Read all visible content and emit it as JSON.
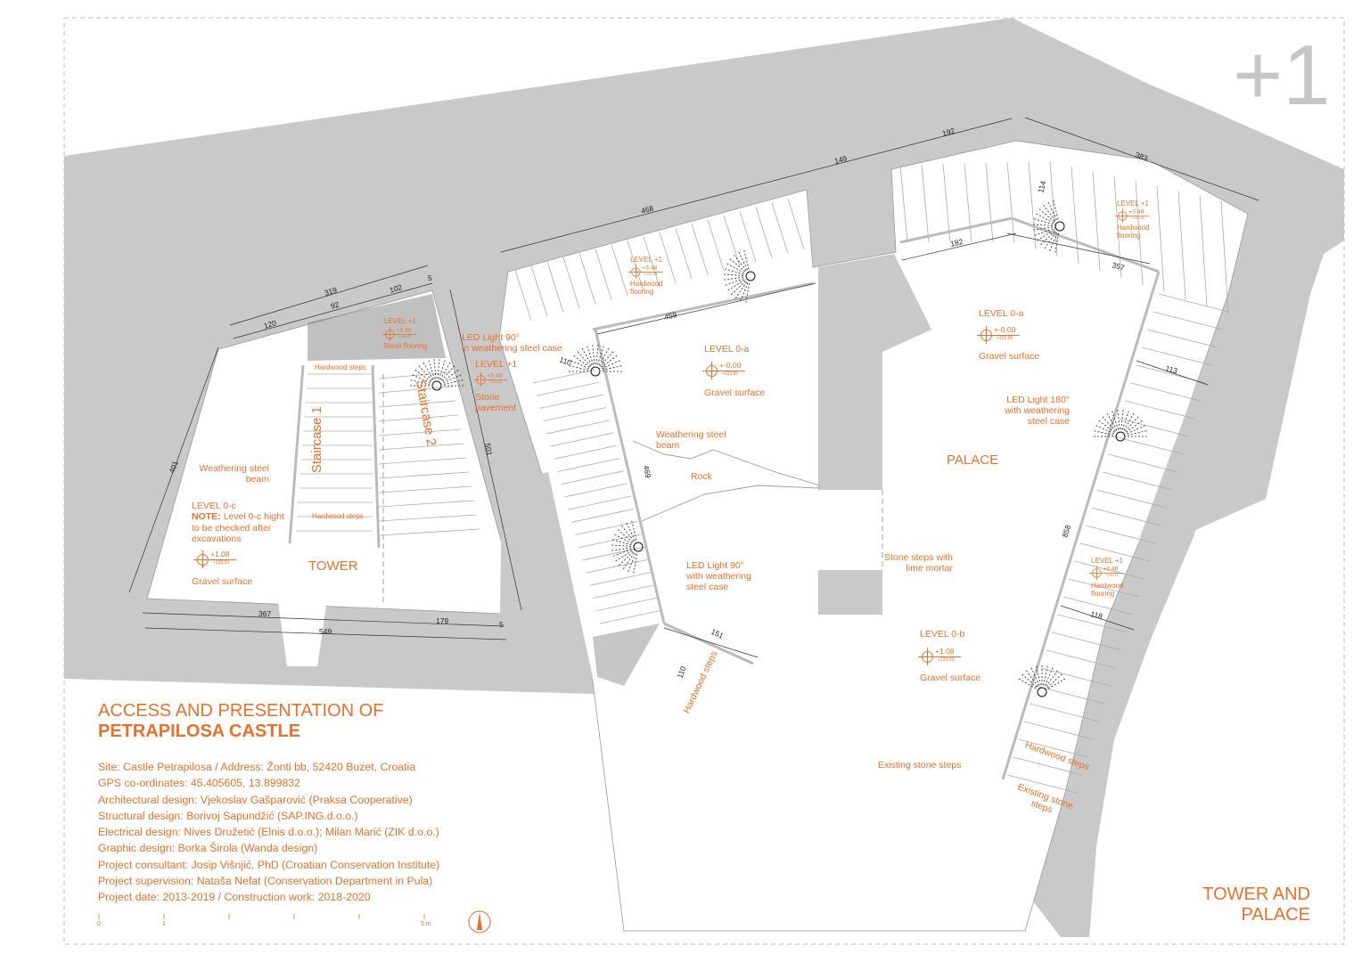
{
  "sheet": {
    "level_mark": "+1",
    "title_line1": "ACCESS AND PRESENTATION OF",
    "title_line2": "PETRAPILOSA CASTLE",
    "info": [
      "Site: Castle Petrapilosa / Address: Žonti bb, 52420 Buzet, Croatia",
      "GPS co-ordinates: 45.405605, 13.899832",
      "Architectural design: Vjekoslav Gašparović (Praksa Cooperative)",
      "Structural design: Borivoj Sapundžić (SAP.ING.d.o.o.)",
      "Electrical design: Nives Družetić (Elnis d.o.o.); Milan Marić (ZIK d.o.o.)",
      "Graphic design: Borka Širola (Wanda design)",
      "Project consultant: Josip Višnjić, PhD (Croatian Conservation Institute)",
      "Project supervision: Nataša Nefat (Conservation Department in Pula)",
      "Project date: 2013-2019 / Construction work: 2018-2020"
    ],
    "scale": {
      "zero": "0",
      "one": "1",
      "five": "5 m"
    },
    "sheet_name_line1": "TOWER AND",
    "sheet_name_line2": "PALACE",
    "accent_color": "#e8702a",
    "wall_color": "#c9c9c9"
  },
  "tower": {
    "name": "TOWER",
    "staircase1": "Staircase 1",
    "staircase2": "Staircase 2",
    "hardwood_steps_top": "Hardwood steps",
    "hardwood_steps_bottom": "Hardwood steps",
    "mesh_level": "LEVEL +1",
    "mesh_elev": "+3.48",
    "mesh_abs": "+125.43",
    "mesh_surface": "Mesh flooring",
    "led_line1": "LED Light 90°",
    "led_line2": "in weathering steel case",
    "stone_level": "LEVEL +1",
    "stone_elev": "+3.48",
    "stone_abs": "+125.43",
    "stone_surface_1": "Stone",
    "stone_surface_2": "pavement",
    "beam_1": "Weathering steel",
    "beam_2": "beam",
    "level_0c": "LEVEL 0-c",
    "note_bold": "NOTE:",
    "note_1": " Level 0-c hight",
    "note_2": "to be checked after",
    "note_3": "excavations",
    "elev_0c": "+1.08",
    "abs_0c": "+123.03",
    "surface_0c": "Gravel surface"
  },
  "middle": {
    "level_top": "LEVEL +1",
    "elev_top": "+3.48",
    "abs_top": "+125.43",
    "surface_top_1": "Hardwood",
    "surface_top_2": "flooring",
    "level_0a": "LEVEL 0-a",
    "elev_0a": "+-0.00",
    "abs_0a": "+121.95",
    "surface_0a": "Gravel surface",
    "beam_1": "Weathering steel",
    "beam_2": "beam",
    "rock": "Rock",
    "led_1": "LED Light 90°",
    "led_2": "with weathering",
    "led_3": "steel case",
    "hardwood_steps": "Hardwood steps"
  },
  "palace": {
    "name": "PALACE",
    "level_ne": "LEVEL +1",
    "elev_ne": "+3.48",
    "abs_ne": "+125.43",
    "surface_ne_1": "Hardwood",
    "surface_ne_2": "flooring",
    "level_0a": "LEVEL 0-a",
    "elev_0a": "+-0.00",
    "abs_0a": "+121.95",
    "surface_0a": "Gravel surface",
    "led_1": "LED Light 180°",
    "led_2": "with weathering",
    "led_3": "steel case",
    "stone_steps_1": "Stone steps with",
    "stone_steps_2": "lime mortar",
    "level_e": "LEVEL +1",
    "elev_e": "+3.48",
    "abs_e": "+125.43",
    "surface_e_1": "Hardwood",
    "surface_e_2": "flooring",
    "level_0b": "LEVEL 0-b",
    "elev_0b": "+1.08",
    "abs_0b": "+123.03",
    "surface_0b": "Gravel surface",
    "existing_steps": "Existing stone steps",
    "hardwood_steps": "Hardwood steps",
    "existing_steps_2a": "Existing stone",
    "existing_steps_2b": "steps"
  },
  "dimensions": {
    "d319": "319",
    "d120": "120",
    "d92": "92",
    "d102": "102",
    "d5a": "5",
    "d401": "401",
    "d501": "501",
    "d367": "367",
    "d179": "179",
    "d5b": "5",
    "d549": "549",
    "d468": "468",
    "d459": "459",
    "d110a": "110",
    "d469": "469",
    "d151": "151",
    "d110b": "110",
    "d149": "149",
    "d192": "192",
    "d383": "383",
    "d114": "114",
    "d182": "182",
    "d357": "357",
    "d113": "113",
    "d858": "858",
    "d118": "118"
  }
}
